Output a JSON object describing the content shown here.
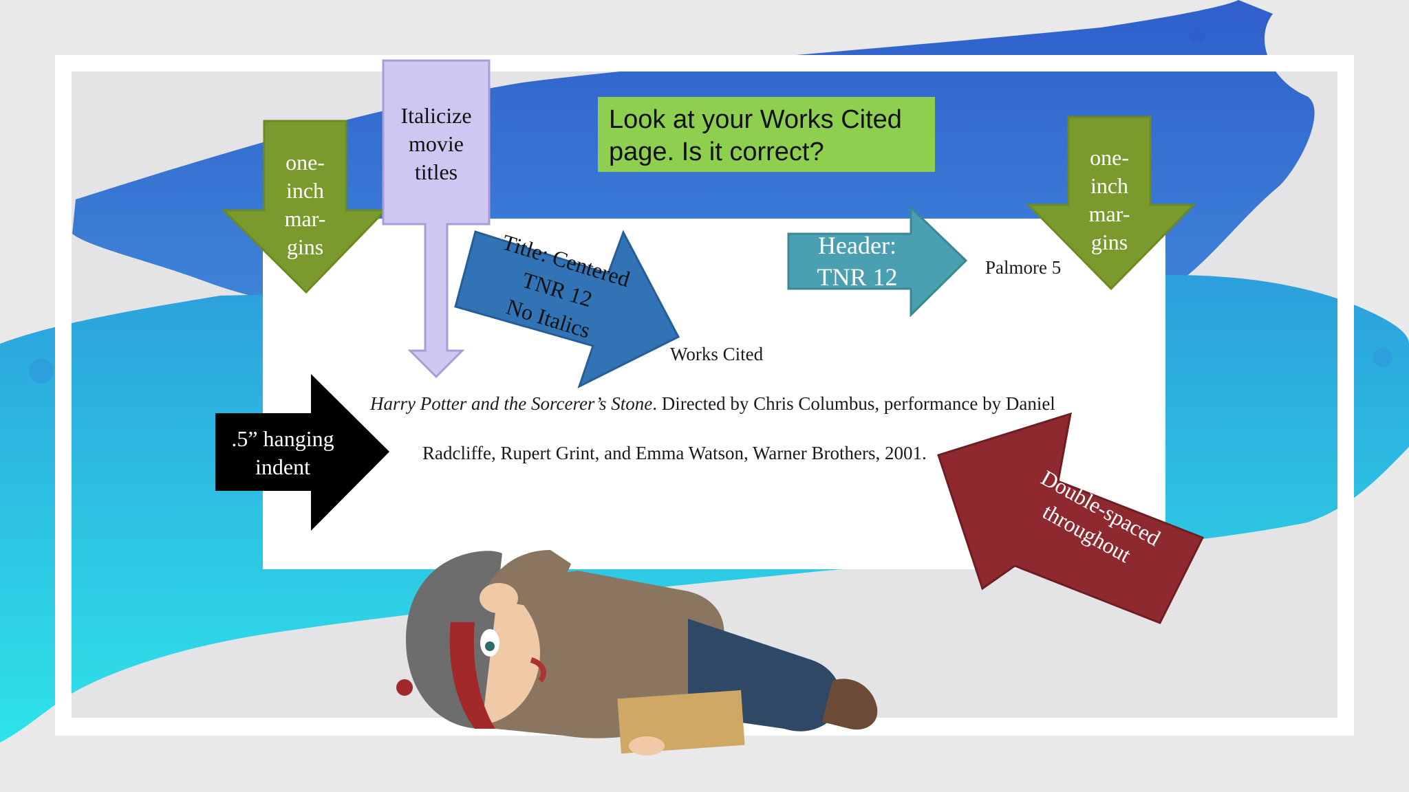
{
  "slide": {
    "callout_main": {
      "line1": "Look at your Works Cited",
      "line2": "page. Is it correct?"
    },
    "margins_left": [
      "one-",
      "inch",
      "mar-",
      "gins"
    ],
    "margins_right": [
      "one-",
      "inch",
      "mar-",
      "gins"
    ],
    "italicize": [
      "Italicize",
      "movie",
      "titles"
    ],
    "title_note": [
      "Title: Centered",
      "TNR 12",
      "No Italics"
    ],
    "header_note": [
      "Header:",
      "TNR 12"
    ],
    "hanging_indent": [
      ".5” hanging",
      "indent"
    ],
    "double_spaced": [
      "Double-spaced",
      "throughout"
    ],
    "document": {
      "header": "Palmore 5",
      "heading": "Works Cited",
      "entry_title": "Harry Potter and the Sorcerer’s Stone",
      "entry_line1_rest": ". Directed by Chris Columbus, performance by Daniel",
      "entry_line2": "Radcliffe, Rupert Grint, and Emma Watson, Warner Brothers, 2001."
    }
  },
  "colors": {
    "green_box": "#8fcf4f",
    "arrow_green": "#7a9a2e",
    "arrow_lavender": "#cfc6f2",
    "arrow_blue": "#3173b5",
    "arrow_teal": "#4a9fb1",
    "arrow_black": "#000000",
    "arrow_red": "#8e2a2f",
    "brush_blue": "#3b6fcf",
    "brush_cyan": "#29c4e0"
  },
  "icons": {
    "character": "bitmoji-character-lying-down"
  }
}
